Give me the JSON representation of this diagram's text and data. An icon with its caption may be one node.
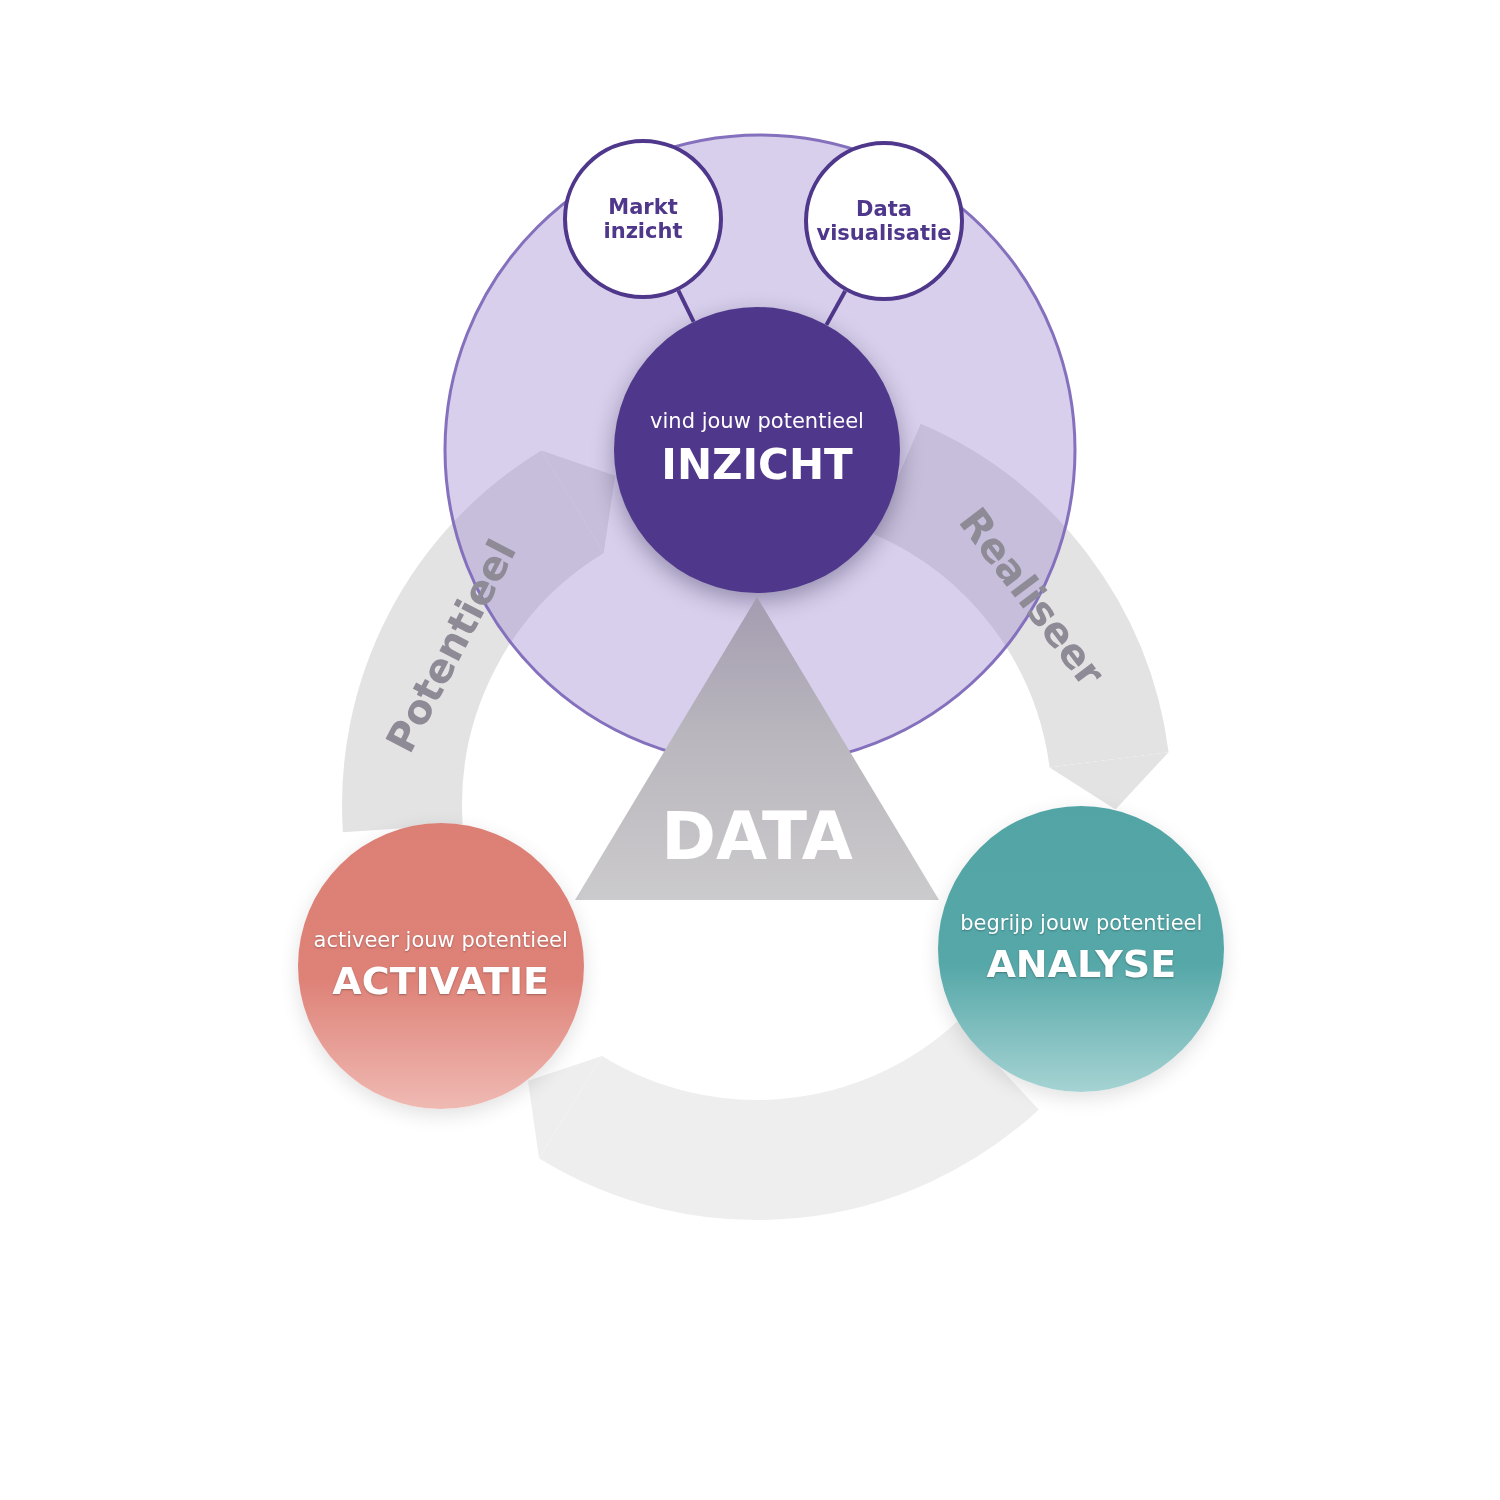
{
  "diagram": {
    "nodes": [
      {
        "text": [
          "Markt inzicht"
        ]
      },
      {
        "text": [
          "Data visualisatie"
        ]
      },
      {
        "text": [
          "vind jouw potentieel",
          "INZICHT"
        ]
      },
      {
        "text": [
          "DATA"
        ]
      },
      {
        "text": [
          "activeer jouw potentieel",
          "ACTIVATIE"
        ]
      },
      {
        "text": [
          "begrijp jouw potentieel",
          "ANALYSE"
        ]
      }
    ],
    "edges": [
      {
        "from": 0,
        "to": 2,
        "arrow": "none",
        "color": "#4f378b"
      },
      {
        "from": 1,
        "to": 2,
        "arrow": "none",
        "color": "#4f378b"
      },
      {
        "from": 4,
        "to": 2,
        "arrow": "to",
        "label": "Potentieel",
        "color": "#e3e3e3"
      },
      {
        "from": 2,
        "to": 5,
        "arrow": "to",
        "label": "Realiseer",
        "color": "#e3e3e3"
      },
      {
        "from": 5,
        "to": 4,
        "arrow": "to",
        "color": "#eeeeee"
      }
    ]
  }
}
